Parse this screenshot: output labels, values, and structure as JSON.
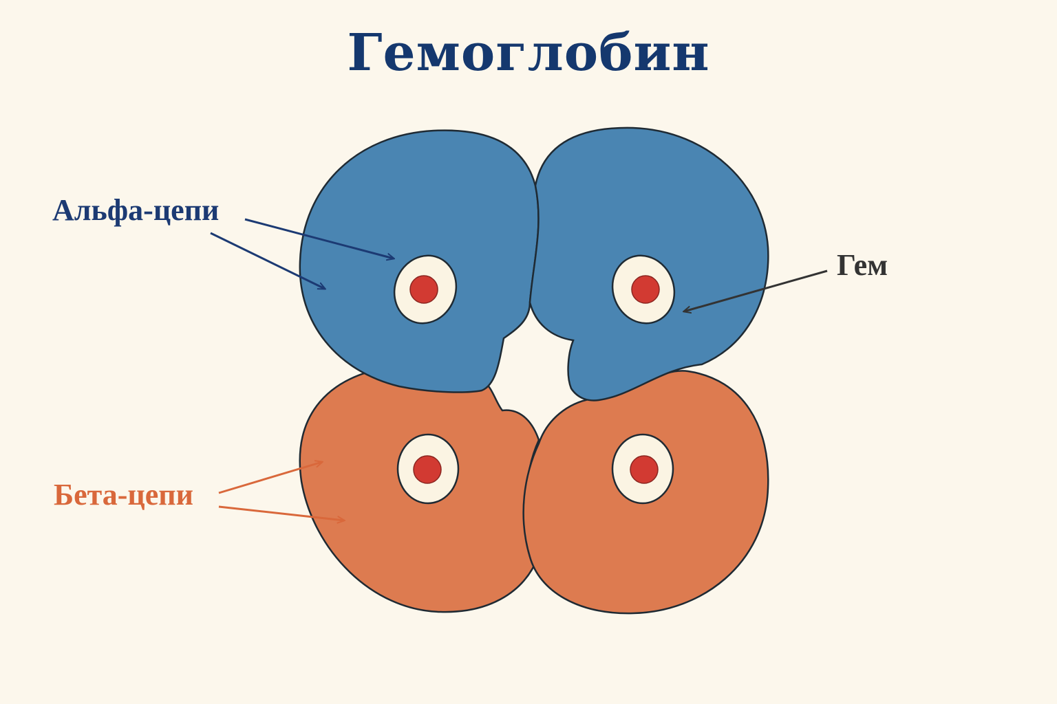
{
  "title": "Гемоглобин",
  "labels": {
    "alpha": "Альфа-цепи",
    "beta": "Бета-цепи",
    "heme": "Гем"
  },
  "colors": {
    "background": "#fcf7ec",
    "title": "#15386e",
    "alpha_chain": "#4a85b2",
    "beta_chain": "#dd7b50",
    "alpha_label": "#1c3a73",
    "beta_label": "#d9683b",
    "heme_label": "#333333",
    "heme_ring": "#fbf4e3",
    "heme_center": "#d23a32",
    "outline": "#1f2a33"
  }
}
